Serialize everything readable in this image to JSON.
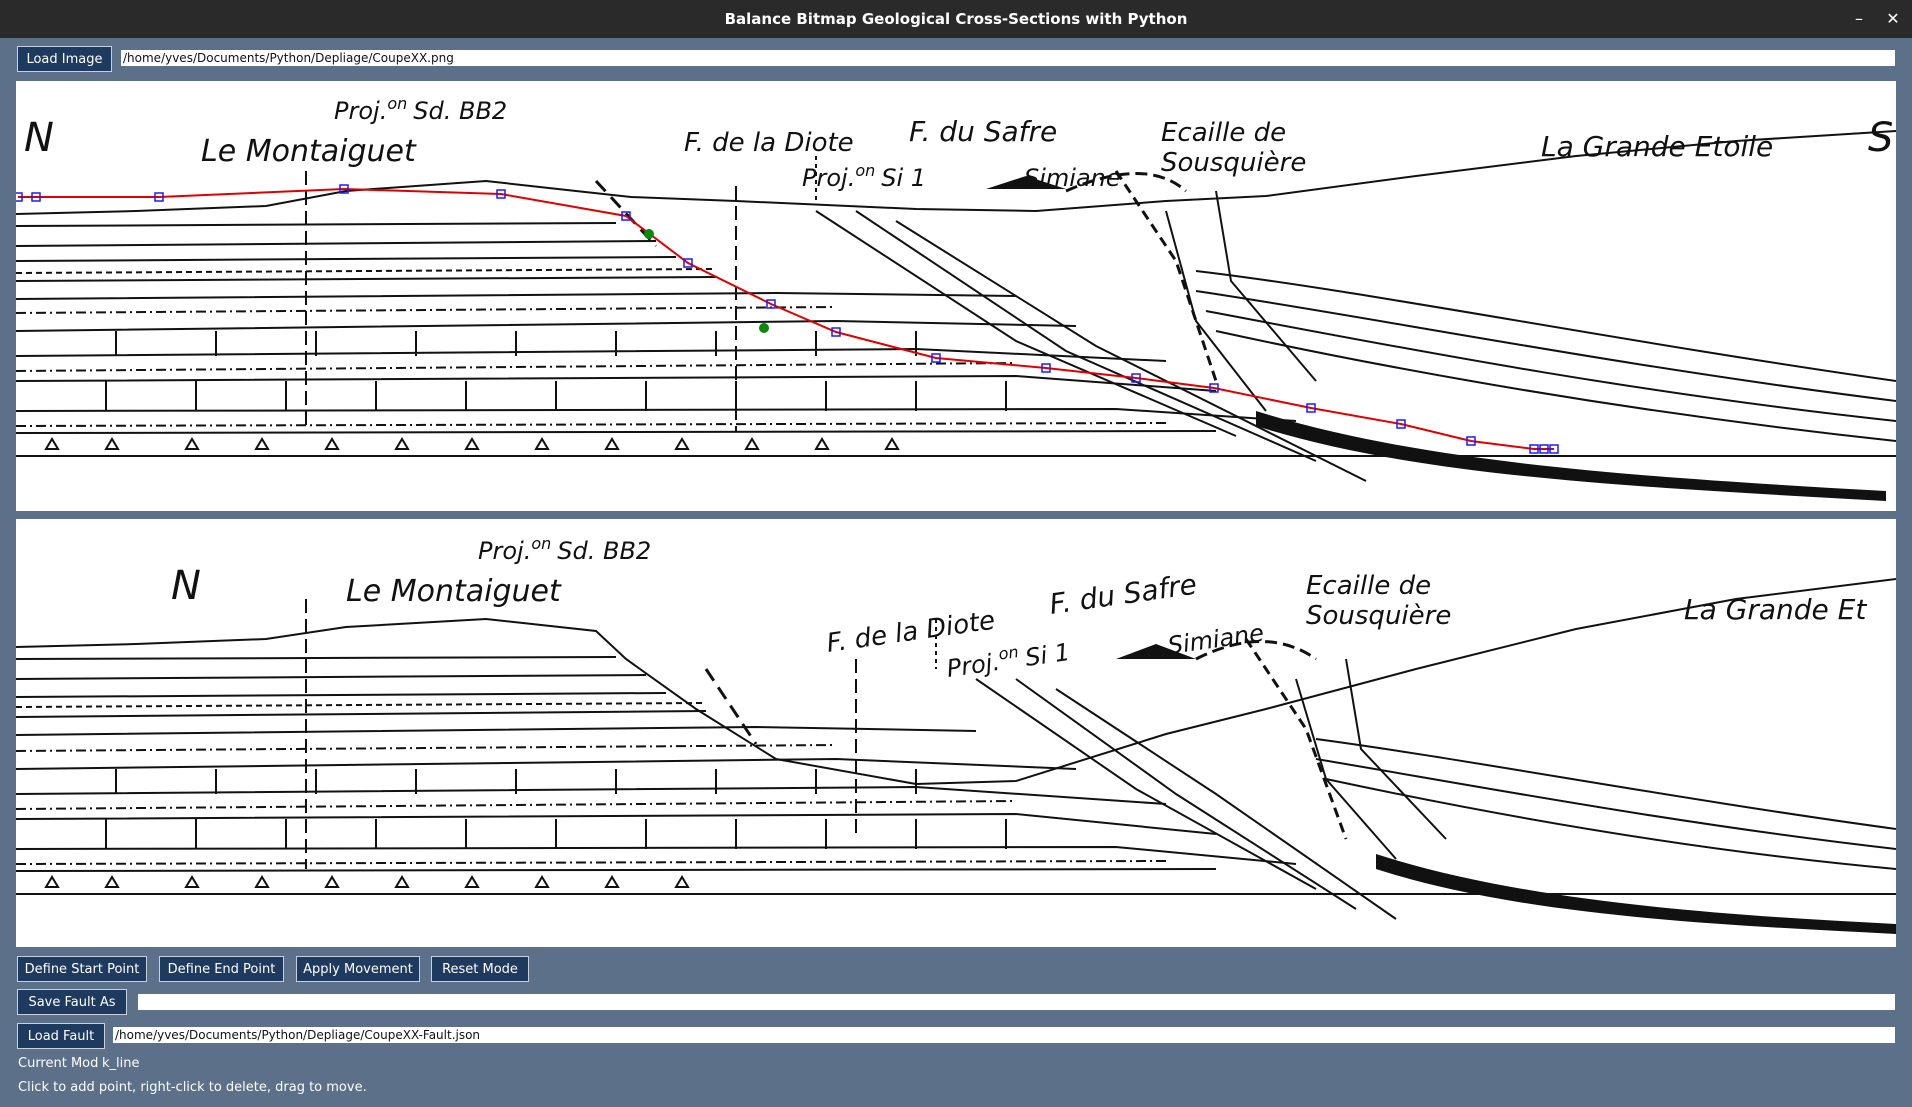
{
  "window": {
    "title": "Balance Bitmap Geological Cross-Sections with Python",
    "minimize_glyph": "–",
    "close_glyph": "✕"
  },
  "toolbar": {
    "load_image_label": "Load Image",
    "image_path": "/home/yves/Documents/Python/Depliage/CoupeXX.png"
  },
  "section": {
    "labels": {
      "north": "N",
      "south": "S",
      "montaiguet": "Le Montaiguet",
      "proj_bb2_a": "Proj.",
      "proj_bb2_sup": "on",
      "proj_bb2_b": "Sd. BB2",
      "diote": "F. de la Diote",
      "proj_si1_a": "Proj.",
      "proj_si1_sup": "on",
      "proj_si1_b": "Si 1",
      "safre": "F. du Safre",
      "simiane": "Simiane",
      "ecaille_1": "Ecaille de",
      "ecaille_2": "Sousquière",
      "etoile": "La Grande Etoile",
      "etoile_cut": "La Grande Et"
    }
  },
  "controls": {
    "define_start_label": "Define Start Point",
    "define_end_label": "Define End Point",
    "apply_movement_label": "Apply Movement",
    "reset_mode_label": "Reset Mode",
    "save_fault_label": "Save Fault As",
    "save_fault_value": "",
    "load_fault_label": "Load Fault",
    "fault_path": "/home/yves/Documents/Python/Depliage/CoupeXX-Fault.json"
  },
  "status": {
    "mode_label": "Current Mod",
    "mode_value": "k_line",
    "hint": "Click to add point, right-click to delete, drag to move."
  },
  "colors": {
    "fault_line": "#e00000",
    "handle": "#1a1aff",
    "marker": "#0a8a0a"
  }
}
